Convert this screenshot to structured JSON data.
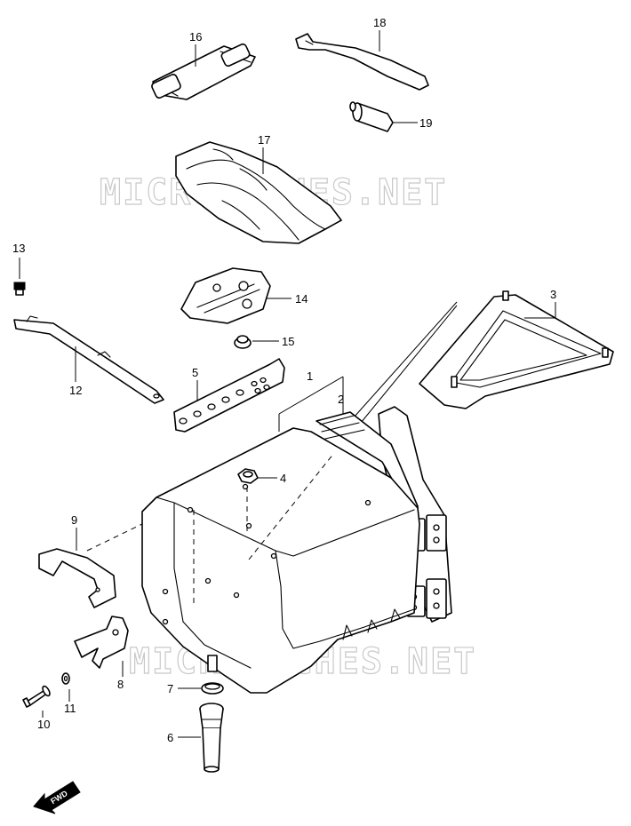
{
  "watermark": "MICROFICHES.NET",
  "callouts": [
    "1",
    "2",
    "3",
    "4",
    "5",
    "6",
    "7",
    "8",
    "9",
    "10",
    "11",
    "12",
    "13",
    "14",
    "15",
    "16",
    "17",
    "18",
    "19"
  ],
  "fwd_label": "FWD"
}
